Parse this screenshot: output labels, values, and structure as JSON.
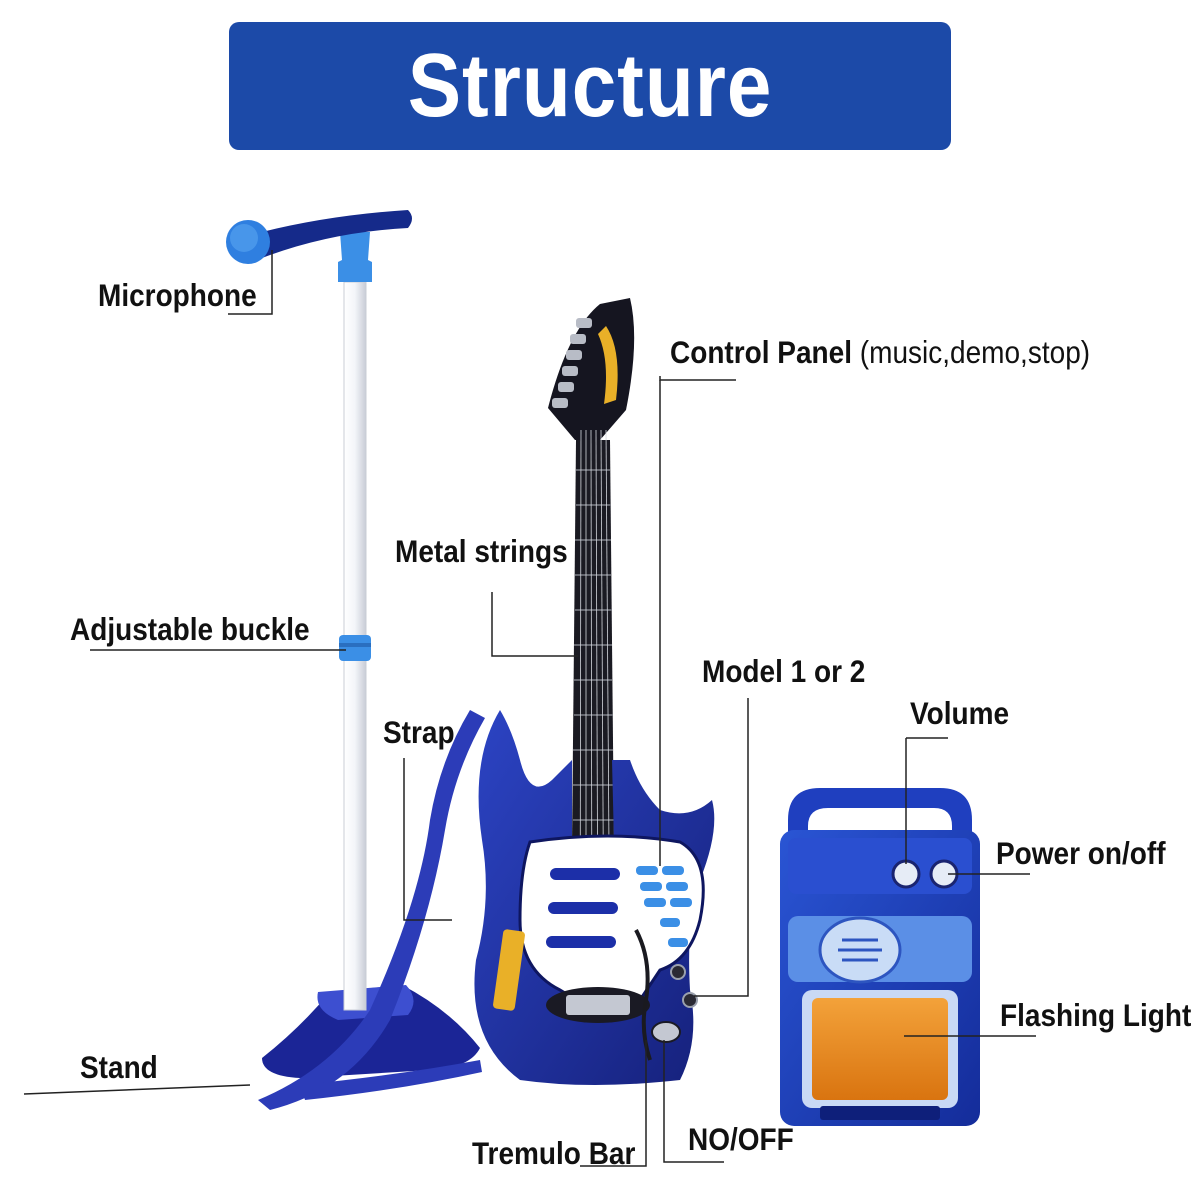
{
  "banner": {
    "title": "Structure",
    "color": "#1c4aa8"
  },
  "labels": {
    "microphone": "Microphone",
    "control_panel": "Control Panel",
    "control_panel_detail": "(music,demo,stop)",
    "metal_strings": "Metal strings",
    "adjustable_buckle": "Adjustable buckle",
    "model": "Model 1 or 2",
    "volume": "Volume",
    "strap": "Strap",
    "power": "Power on/off",
    "flashing_light": "Flashing Light",
    "stand": "Stand",
    "tremulo_bar": "Tremulo Bar",
    "no_off": "NO/OFF"
  },
  "colors": {
    "toy_blue": "#1f2fa0",
    "light_blue": "#3d8fe0",
    "dark_navy": "#0c1a6e",
    "fretboard": "#1a1a22",
    "pole": "#f2f4f8",
    "amp_light": "#e88a1c"
  }
}
